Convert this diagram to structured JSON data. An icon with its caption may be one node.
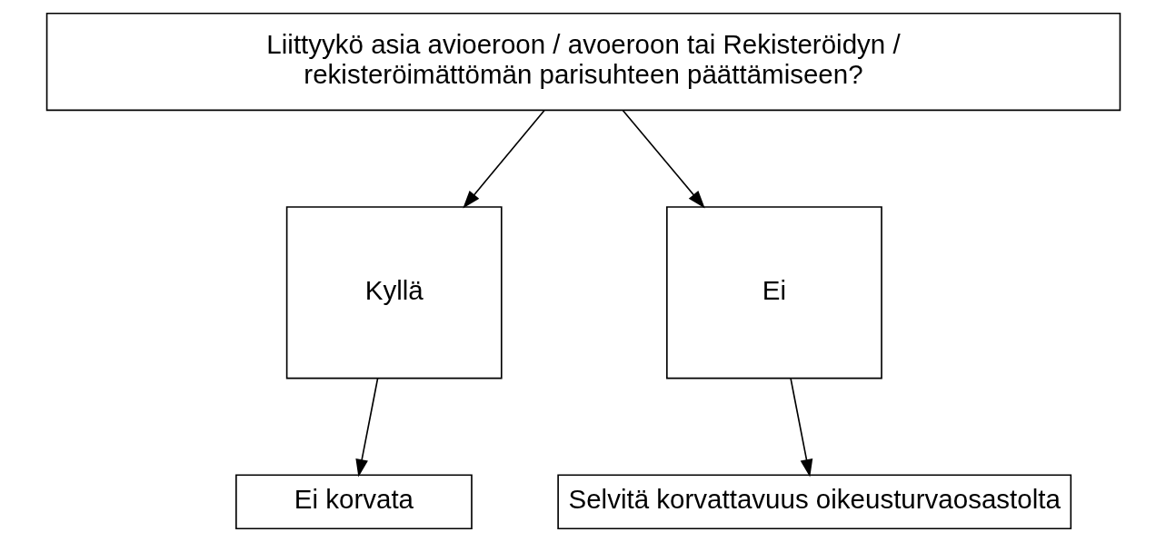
{
  "diagram": {
    "nodes": [
      {
        "text": [
          "Liittyykö asia avioeroon / avoeroon tai Rekisteröidyn / rekisteröimättömän parisuhteen päättämiseen?"
        ]
      },
      {
        "text": [
          "Kyllä"
        ]
      },
      {
        "text": [
          "Ei"
        ]
      },
      {
        "text": [
          "Ei korvata"
        ]
      },
      {
        "text": [
          "Selvitä korvattavuus oikeusturvaosastolta"
        ]
      }
    ],
    "edges": [
      {
        "from": 0,
        "to": 1,
        "arrow": "to"
      },
      {
        "from": 0,
        "to": 2,
        "arrow": "to"
      },
      {
        "from": 1,
        "to": 3,
        "arrow": "to"
      },
      {
        "from": 2,
        "to": 4,
        "arrow": "to"
      }
    ]
  }
}
